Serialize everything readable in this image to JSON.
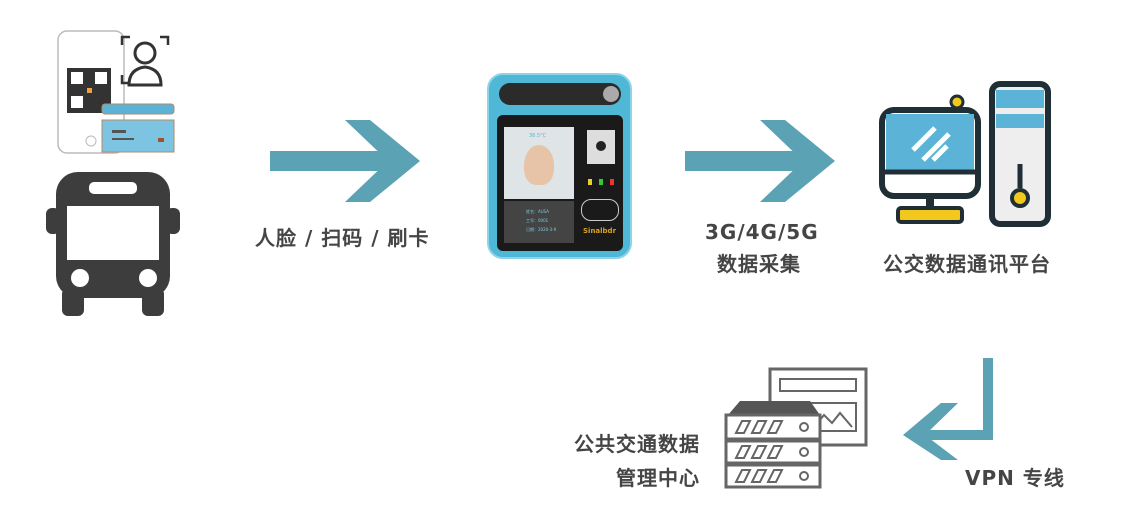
{
  "labels": {
    "input_methods": "人脸 / 扫码 / 刷卡",
    "network": "3G/4G/5G",
    "collection": "数据采集",
    "platform": "公交数据通讯平台",
    "center_line1": "公共交通数据",
    "center_line2": "管理中心",
    "vpn": "VPN 专线"
  },
  "device": {
    "brand": "Sinalbdr",
    "screen_fields": [
      "姓名：AUSA",
      "工号：0001",
      "日期：2020-3-9"
    ],
    "temperature": "36.5°C"
  },
  "colors": {
    "arrow": "#5aa2b4",
    "device": "#4fb8d6",
    "icon_dark": "#3d3d3d",
    "icon_blue": "#5bb4d8",
    "icon_yellow": "#f2c81d"
  }
}
